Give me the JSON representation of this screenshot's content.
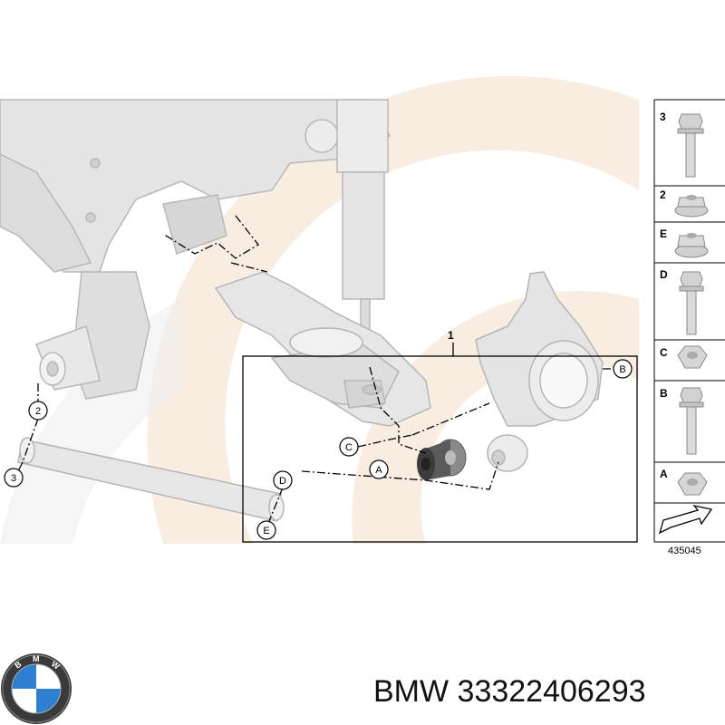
{
  "diagram": {
    "main_callout": "1",
    "callouts": [
      "A",
      "B",
      "C",
      "D",
      "E",
      "2",
      "3"
    ],
    "parts_legend": [
      {
        "label": "3",
        "part": "long-flange-bolt"
      },
      {
        "label": "2",
        "part": "flange-nut"
      },
      {
        "label": "E",
        "part": "flange-nut"
      },
      {
        "label": "D",
        "part": "long-flange-bolt"
      },
      {
        "label": "C",
        "part": "hex-nut"
      },
      {
        "label": "B",
        "part": "flange-bolt"
      },
      {
        "label": "A",
        "part": "hex-nut"
      }
    ],
    "diagram_number": "435045"
  },
  "footer": {
    "brand": "BMW",
    "part_number": "33322406293",
    "text": "BMW 33322406293"
  },
  "colors": {
    "background": "#ffffff",
    "part_gray": "#e2e2e2",
    "part_outline": "#b5b5b5",
    "watermark_orange": "#f3dfcb",
    "line_color": "#000000",
    "bmw_blue": "#2f7fd0"
  }
}
